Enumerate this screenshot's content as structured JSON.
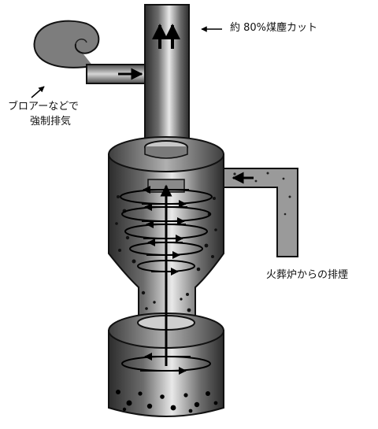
{
  "labels": {
    "dust_cut": "約 80%煤塵カット",
    "blower_line1": "ブロアーなどで",
    "blower_line2": "強制排気",
    "cremation_exhaust": "火葬炉からの排煙"
  }
}
